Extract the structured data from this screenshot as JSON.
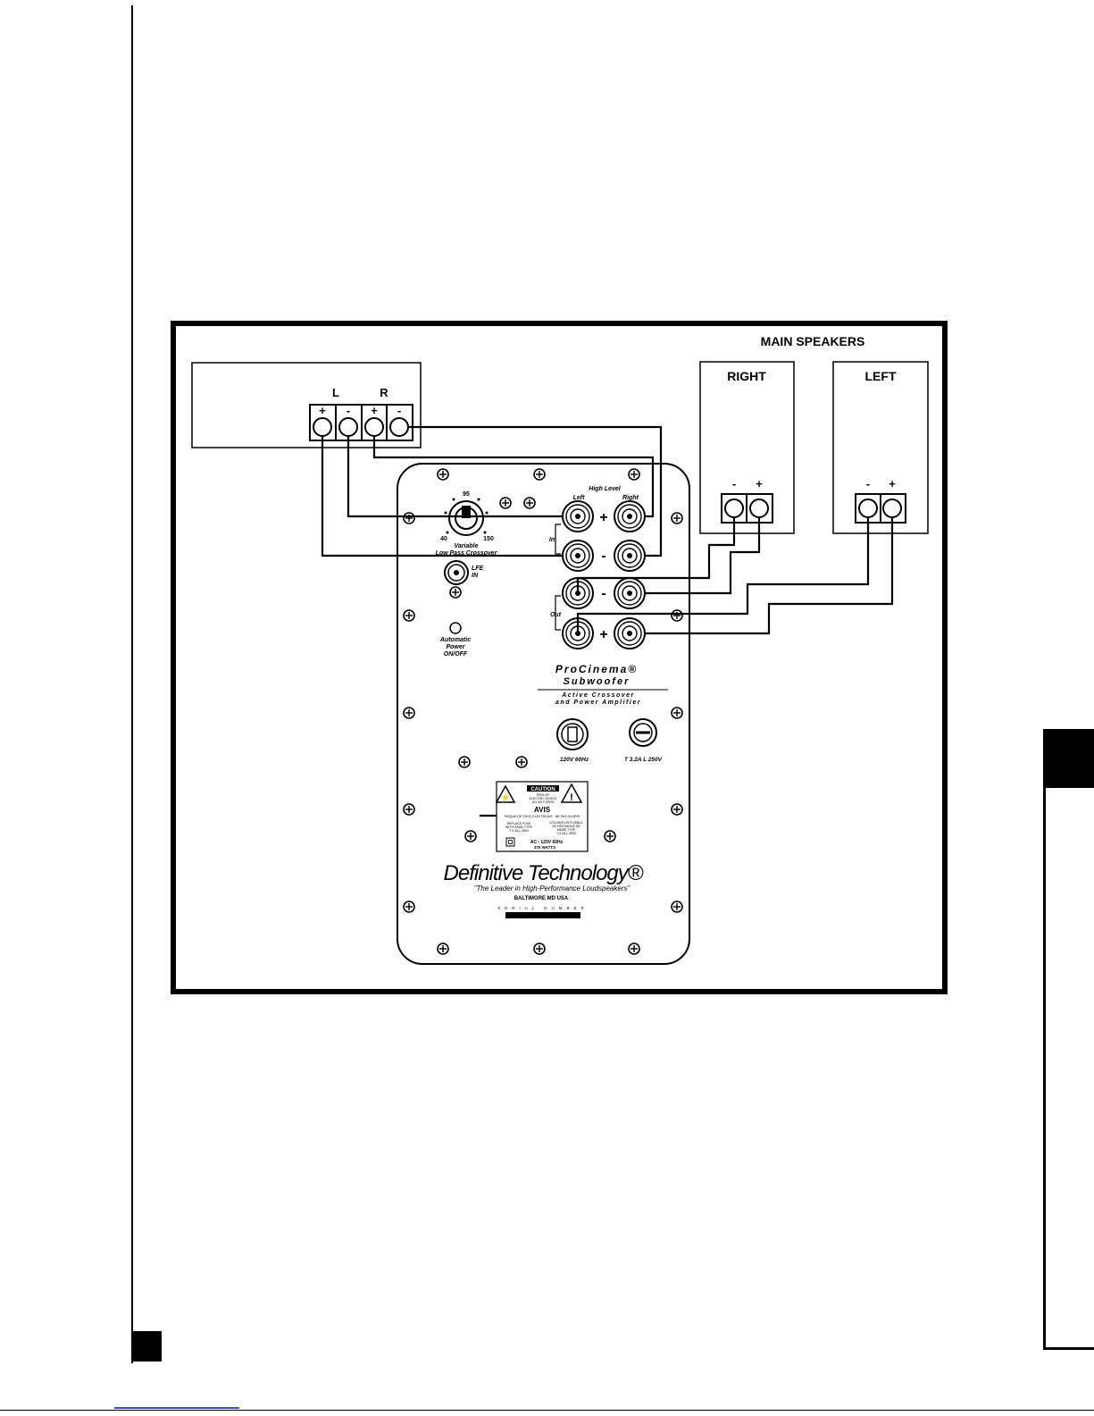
{
  "diagram": {
    "main_speakers_title": "MAIN SPEAKERS",
    "speaker_right": "RIGHT",
    "speaker_left": "LEFT",
    "amp_channel_l": "L",
    "amp_channel_r": "R",
    "plus": "+",
    "minus": "-",
    "high_level": "High Level",
    "left": "Left",
    "right": "Right",
    "in": "In",
    "out": "Out",
    "lfe_in_1": "LFE",
    "lfe_in_2": "IN",
    "crossover_95": "95",
    "crossover_40": "40",
    "crossover_150": "150",
    "variable": "Variable",
    "low_pass_crossover": "Low Pass Crossover",
    "auto_power_1": "Automatic",
    "auto_power_2": "Power",
    "auto_power_3": "ON/OFF",
    "procinema": "ProCinema®",
    "subwoofer": "Subwoofer",
    "active_crossover": "Active Crossover",
    "power_amplifier": "and Power Amplifier",
    "power_rating": "120V 60Hz",
    "fuse_rating": "T 3.2A L 250V",
    "caution": "CAUTION",
    "caution_sub_1": "RISK OF",
    "caution_sub_2": "ELECTRIC SHOCK",
    "caution_sub_3": "DO NOT OPEN",
    "avis": "AVIS",
    "avis_sub": "RISQUE DE CHOC ELECTRIQUE · NE PAS OUVRIR",
    "replace_fuse_1": "REPLACE FUSE",
    "replace_fuse_2": "WITH SAME TYPE",
    "replace_fuse_3": "T 3.2A L 250V",
    "utiliser_1": "UTILISER UN FUSIBLE",
    "utiliser_2": "DE RECHANGE DE",
    "utiliser_3": "MEME TYPE",
    "utiliser_4": "T 3.2A L 250V",
    "ac_rating": "AC~ 120V 60Hz",
    "watts": "375 WATTS",
    "brand": "Definitive Technology®",
    "tagline": "\"The Leader in High-Performance Loudspeakers\"",
    "location": "BALTIMORE MD USA",
    "serial_number": "SERIAL NUMBER"
  }
}
